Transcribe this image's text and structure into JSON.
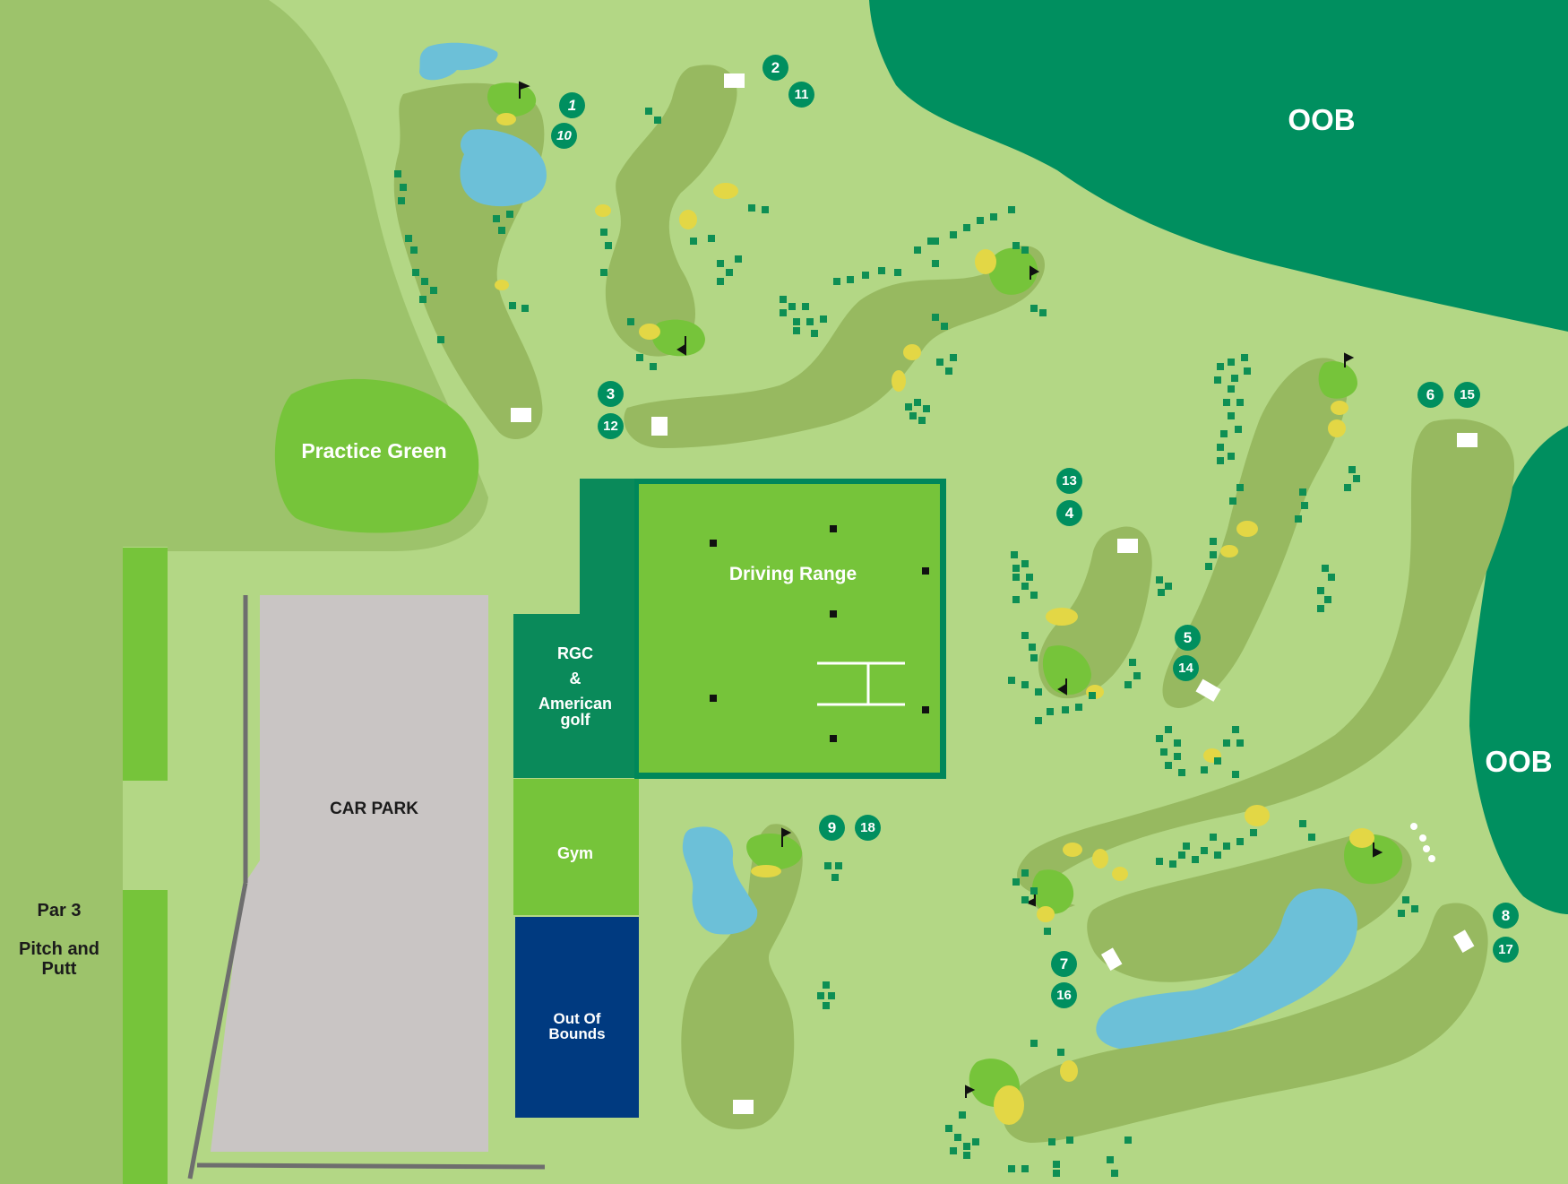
{
  "map": {
    "colors": {
      "rough": "#b3d785",
      "dark_area": "#9dc36b",
      "fairway": "#97b960",
      "green": "#76c43a",
      "oob": "#008f5f",
      "water": "#6cc0d8",
      "bunker": "#e3d745",
      "tree": "#0e8f54",
      "car_park": "#c9c5c4",
      "rgc_building": "#0a8a5a",
      "gym": "#76c43a",
      "out_of_bounds_box": "#003a80",
      "range_border": "#00875a",
      "par3_strip": "#76c43a"
    },
    "labels": {
      "oob_top": "OOB",
      "oob_right": "OOB",
      "practice_green": "Practice Green",
      "driving_range": "Driving Range",
      "rgc_line1": "RGC",
      "rgc_line2": "&",
      "rgc_line3": "American",
      "rgc_line4": "golf",
      "gym": "Gym",
      "out_of_bounds_line1": "Out Of",
      "out_of_bounds_line2": "Bounds",
      "car_park": "CAR PARK",
      "par3_line1": "Par 3",
      "par3_line2": "Pitch and",
      "par3_line3": "Putt"
    },
    "holes": [
      "1",
      "10",
      "2",
      "11",
      "3",
      "12",
      "13",
      "4",
      "5",
      "14",
      "6",
      "15",
      "7",
      "16",
      "8",
      "17",
      "9",
      "18"
    ],
    "icons": [
      "flag-icon",
      "tee-marker-icon",
      "tree-icon",
      "bunker-icon",
      "water-hazard-icon"
    ]
  }
}
